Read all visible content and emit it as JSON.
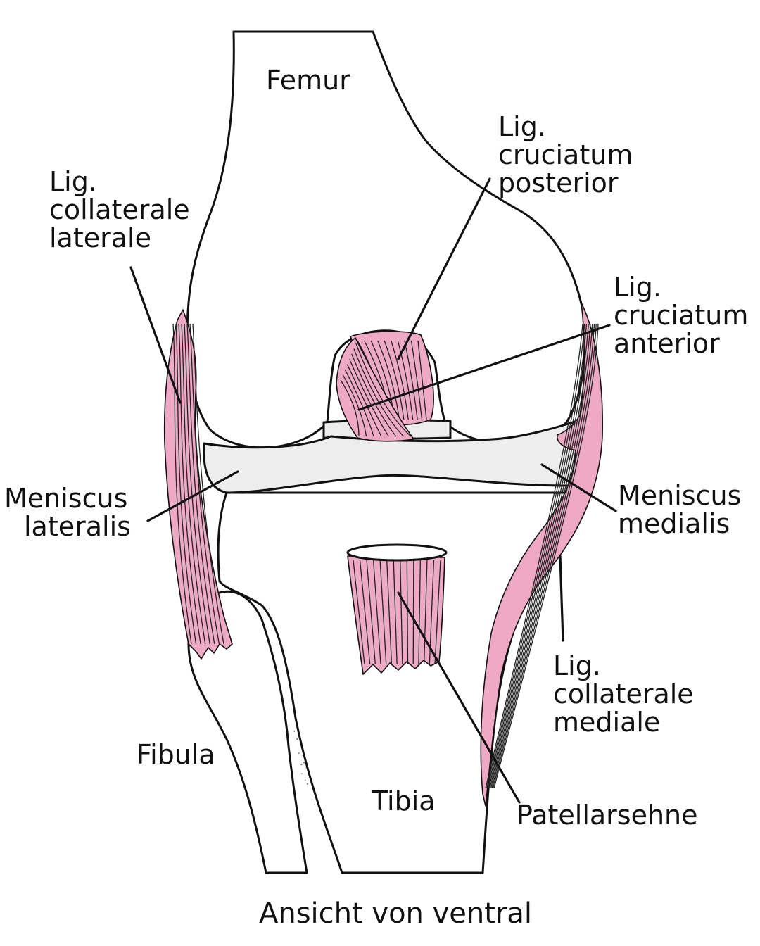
{
  "labels": {
    "femur": "Femur",
    "lcl": [
      "Lig.",
      "collaterale",
      "laterale"
    ],
    "pcl": [
      "Lig.",
      "cruciatum",
      "posterior"
    ],
    "acl": [
      "Lig.",
      "cruciatum",
      "anterior"
    ],
    "meniscus_lateralis": [
      "Meniscus",
      "lateralis"
    ],
    "meniscus_medialis": [
      "Meniscus",
      "medialis"
    ],
    "mcl": [
      "Lig.",
      "collaterale",
      "mediale"
    ],
    "fibula": "Fibula",
    "tibia": "Tibia",
    "patellarsehne": "Patellarsehne",
    "caption": "Ansicht von ventral"
  },
  "colors": {
    "ligament": "#eeaac5",
    "meniscus": "#ededed",
    "bone": "#ffffff",
    "outline": "#111111"
  }
}
